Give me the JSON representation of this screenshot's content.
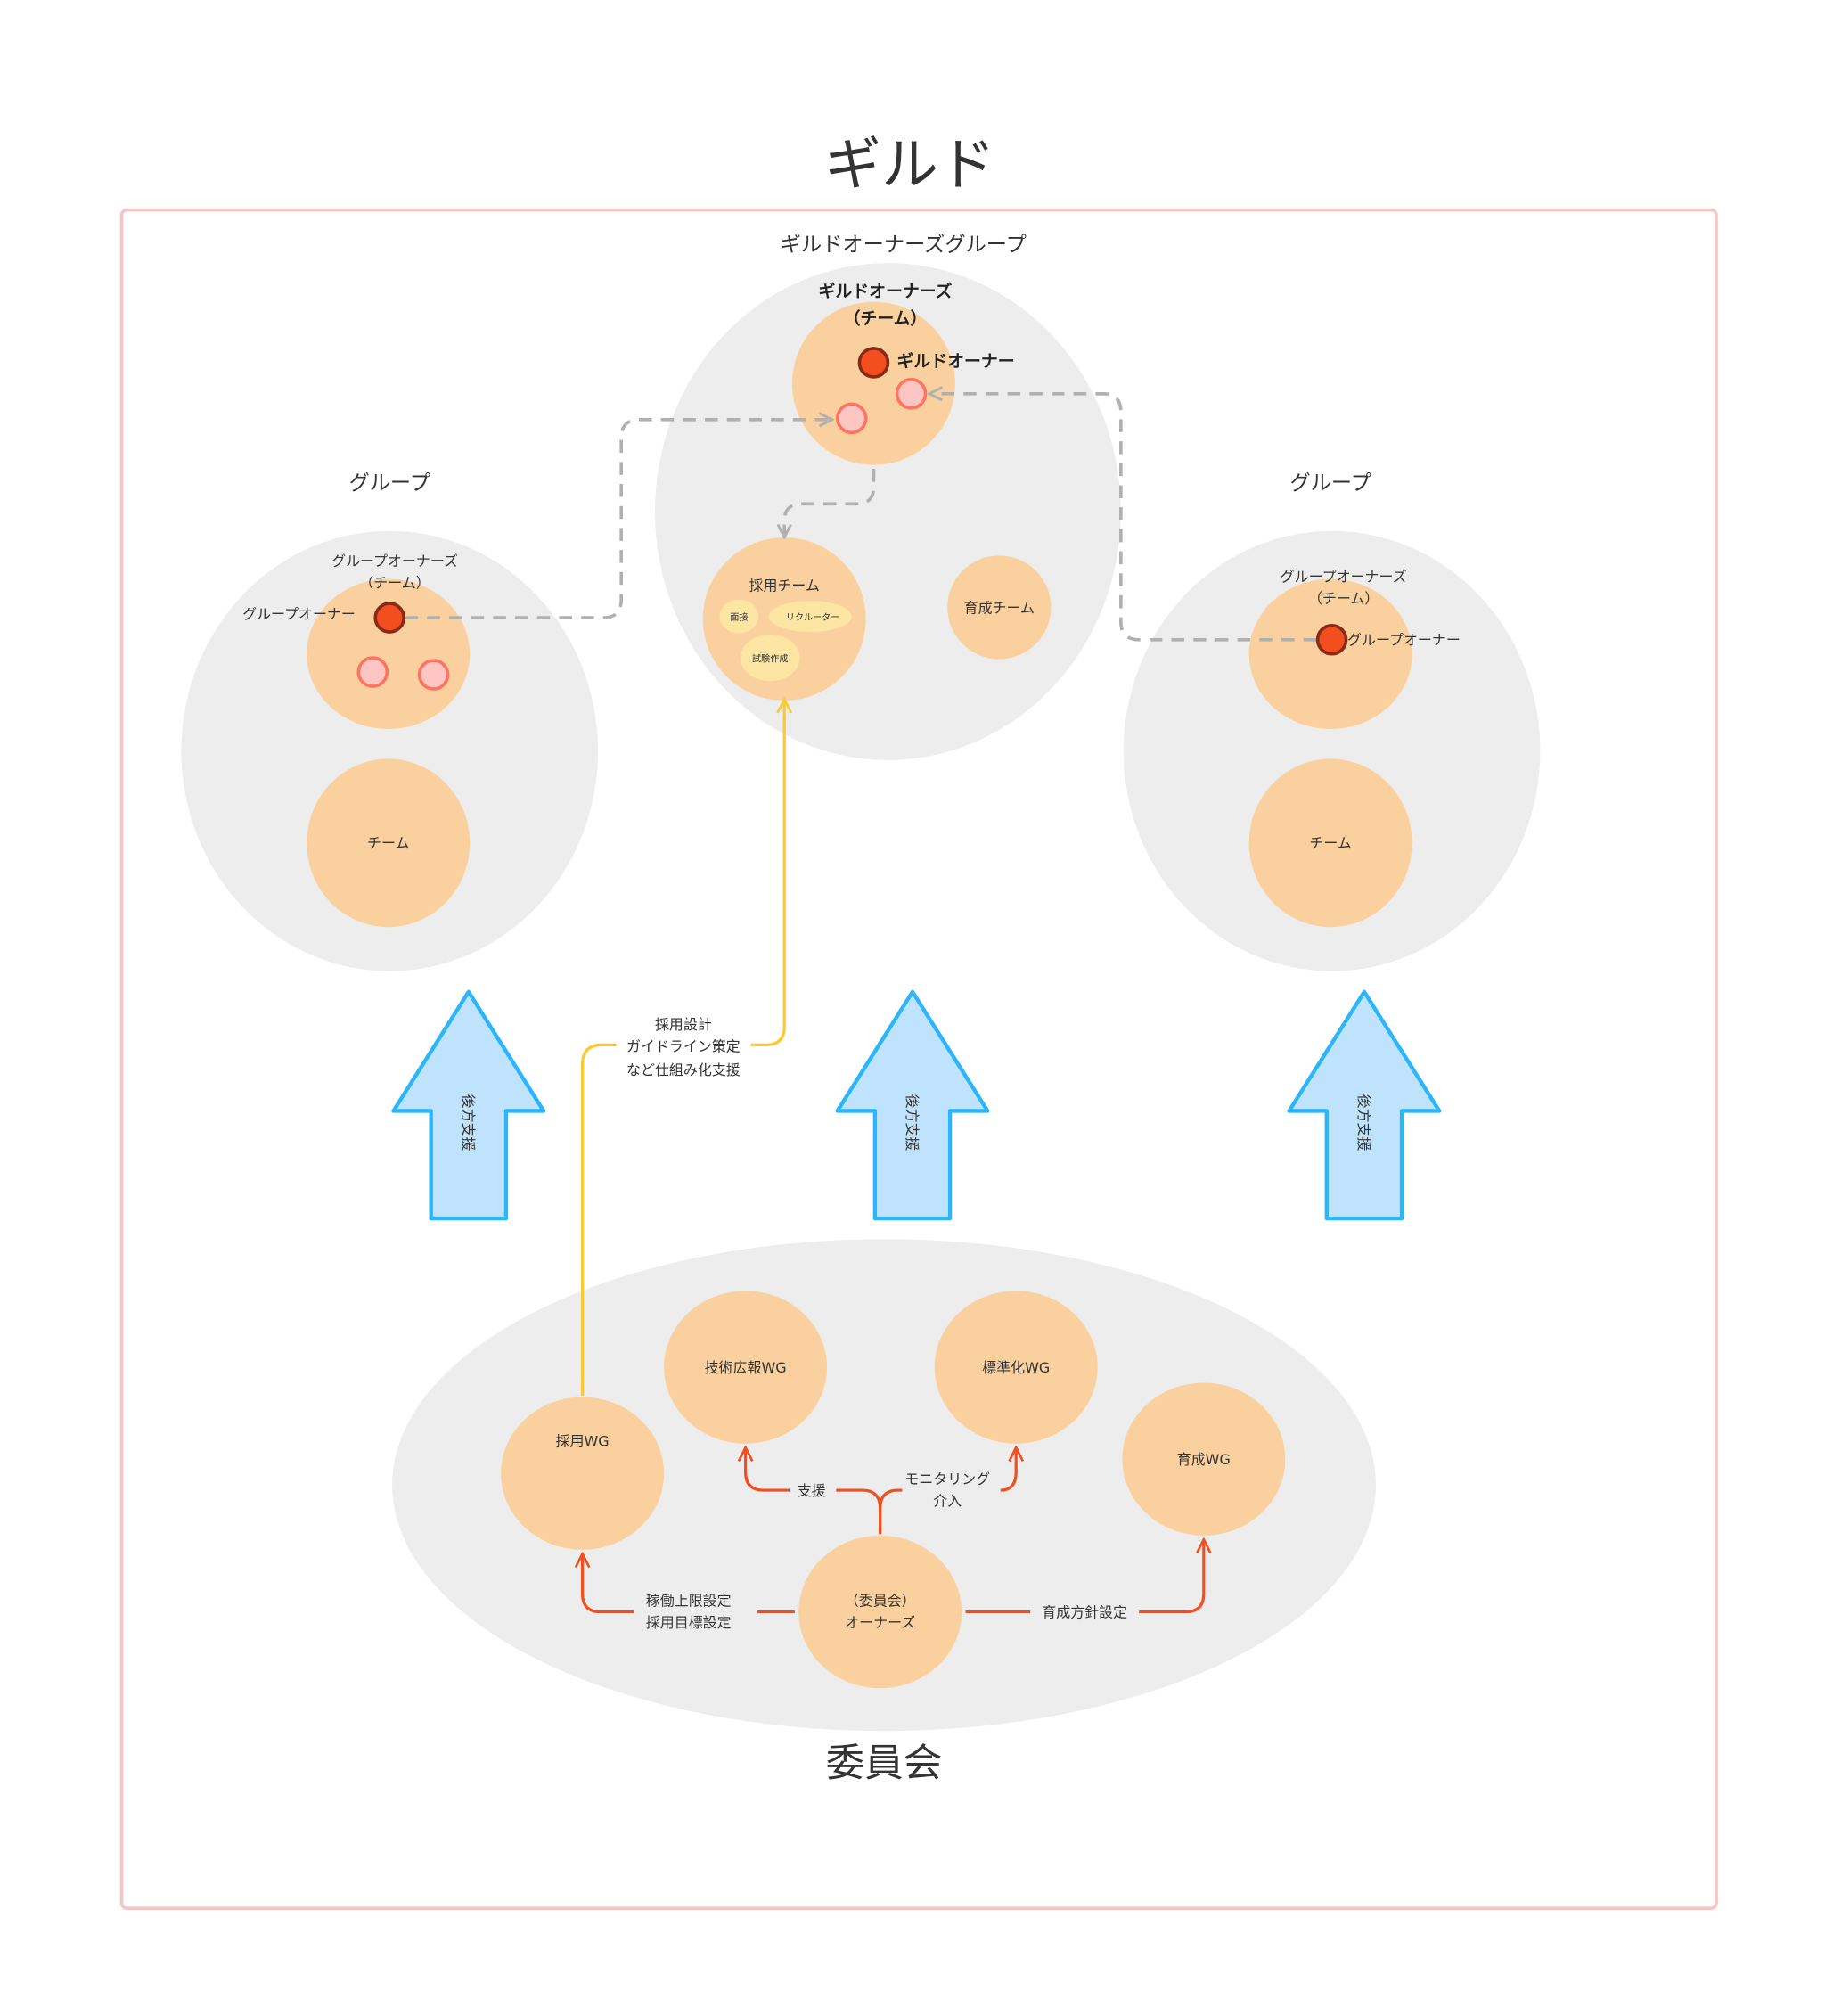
{
  "title": "ギルド",
  "guild_owners_group": {
    "label": "ギルドオーナーズグループ",
    "team_label_1": "ギルドオーナーズ",
    "team_label_2": "（チーム）",
    "owner_label": "ギルドオーナー",
    "recruit_team": {
      "label": "採用チーム",
      "roles": [
        "面接",
        "リクルーター",
        "試験作成"
      ]
    },
    "training_team": {
      "label": "育成チーム"
    }
  },
  "groups": [
    {
      "label": "グループ",
      "owners_label_1": "グループオーナーズ",
      "owners_label_2": "（チーム）",
      "owner_label": "グループオーナー",
      "team_label": "チーム"
    },
    {
      "label": "グループ",
      "owners_label_1": "グループオーナーズ",
      "owners_label_2": "（チーム）",
      "owner_label": "グループオーナー",
      "team_label": "チーム"
    }
  ],
  "support_arrows": [
    "後方支援",
    "後方支援",
    "後方支援"
  ],
  "recruit_support": [
    "採用設計",
    "ガイドライン策定",
    "など仕組み化支援"
  ],
  "committee": {
    "label": "委員会",
    "owner_1": "（委員会）",
    "owner_2": "オーナーズ",
    "wgs": [
      "採用WG",
      "技術広報WG",
      "標準化WG",
      "育成WG"
    ],
    "edges": {
      "recruit_1": "稼働上限設定",
      "recruit_2": "採用目標設定",
      "support": "支援",
      "monitor_1": "モニタリング",
      "monitor_2": "介入",
      "training": "育成方針設定"
    }
  },
  "colors": {
    "frame": "#f8c4c4",
    "owner": "#f24e1e",
    "member": "#fec6c3",
    "team": "#fad19e",
    "arrow": "#2bb5fa",
    "yellow": "#fdc92f"
  }
}
